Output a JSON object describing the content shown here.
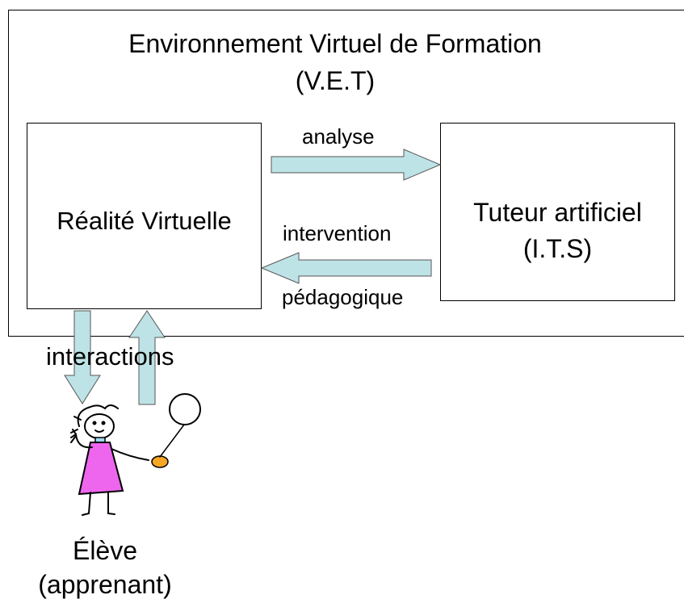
{
  "environment": {
    "title_line1": "Environnement Virtuel de Formation",
    "title_line2": "(V.E.T)"
  },
  "virtual_reality": {
    "label": "Réalité Virtuelle"
  },
  "tutor": {
    "label_line1": "Tuteur artificiel",
    "label_line2": "(I.T.S)"
  },
  "arrows": {
    "analyse": "analyse",
    "intervention_line1": "intervention",
    "intervention_line2": "pédagogique",
    "interactions": "interactions"
  },
  "learner": {
    "label_line1": "Élève",
    "label_line2": "(apprenant)"
  },
  "colors": {
    "arrow_fill": "#BEE3E6",
    "dress": "#EE66EE",
    "hand": "#F5A623",
    "line": "#000000"
  }
}
